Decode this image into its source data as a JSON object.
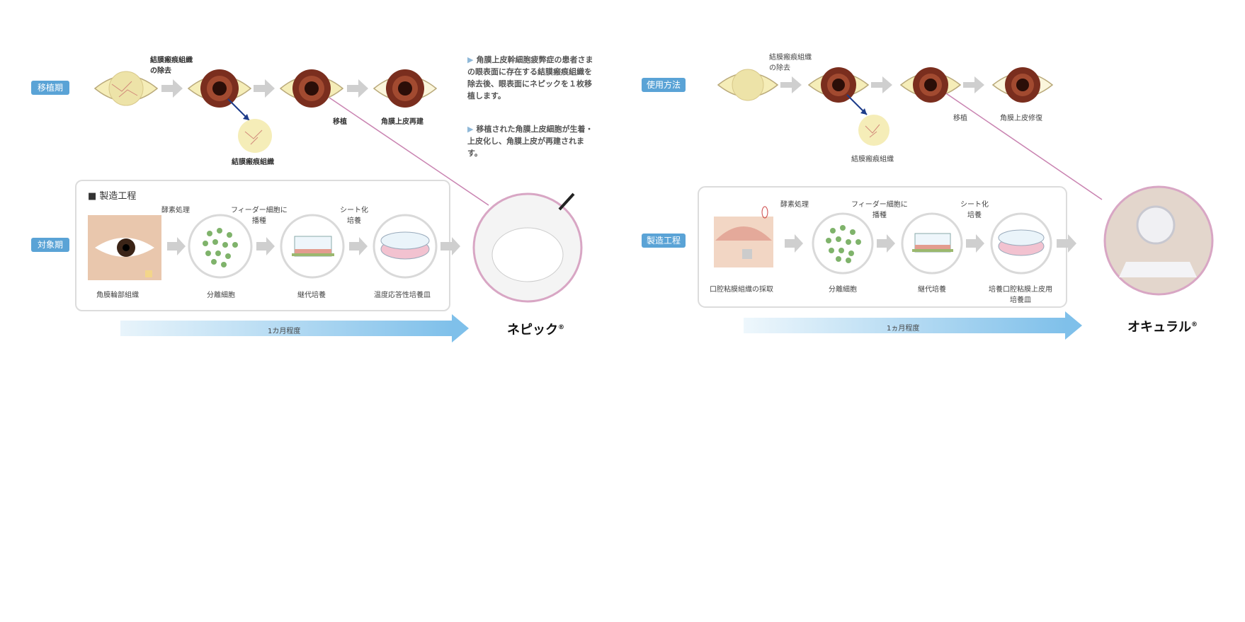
{
  "left": {
    "tag_top": "移植期",
    "tag_bottom": "対象期",
    "step_labels": [
      "結膜瘢痕組織\nの除去",
      "結膜瘢痕組織",
      "移植",
      "角膜上皮再建"
    ],
    "notes": [
      "角膜上皮幹細胞疲弊症の患者さまの眼表面に存在する結膜瘢痕組織を除去後、眼表面にネピックを１枚移植します。",
      "移植された角膜上皮細胞が生着・上皮化し、角膜上皮が再建されます。"
    ],
    "box_title": "■ 製造工程",
    "process_top": [
      "酵素処理",
      "フィーダー細胞に\n播種",
      "シート化\n培養"
    ],
    "process_bottom": [
      "角膜輪部組織",
      "分離細胞",
      "継代培養",
      "温度応答性培養皿"
    ],
    "duration": "1カ月程度",
    "product": "ネピック",
    "product_mark": "®"
  },
  "right": {
    "tag_top": "使用方法",
    "tag_bottom": "製造工程",
    "step_labels": [
      "結膜瘢痕組織\nの除去",
      "結膜瘢痕組織",
      "移植",
      "角膜上皮修復"
    ],
    "process_top": [
      "酵素処理",
      "フィーダー細胞に\n播種",
      "シート化\n培養"
    ],
    "process_bottom": [
      "口腔粘膜組織の採取",
      "分離細胞",
      "継代培養",
      "培養口腔粘膜上皮用\n培養皿"
    ],
    "duration": "1ヵ月程度",
    "product": "オキュラル",
    "product_mark": "®"
  },
  "colors": {
    "tag": "#5aa3d6",
    "accent_arrow": "#7fc0ea",
    "pink_line": "#c983b1",
    "iris": "#7a2e1e",
    "sclera_diseased": "#f5edb8"
  },
  "icons": [
    "eye-icon",
    "cells-icon",
    "culture-sheet-icon",
    "culture-dish-icon"
  ]
}
